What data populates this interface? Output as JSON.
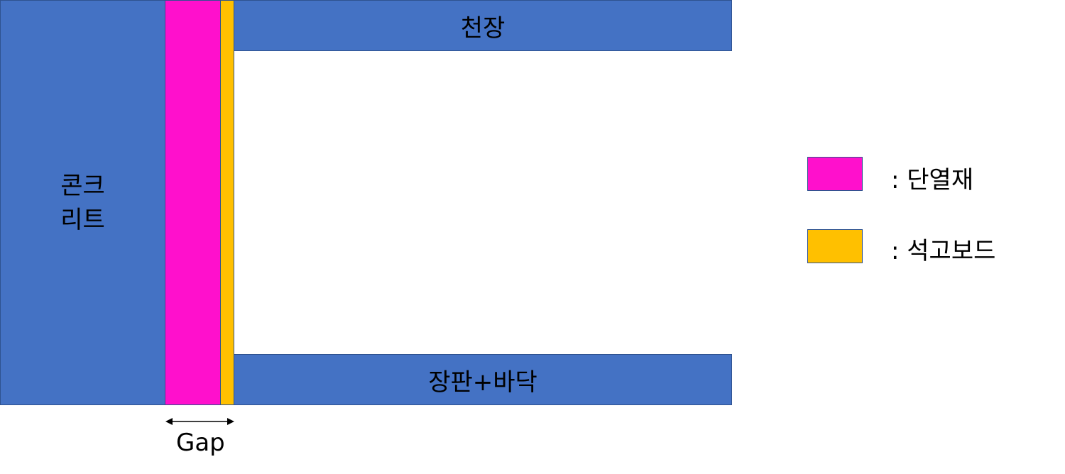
{
  "colors": {
    "concrete": "#4472C4",
    "insulation": "#FF10CC",
    "gypsum": "#FFC000",
    "border": "#2F528F"
  },
  "diagram": {
    "concrete_line1": "콘크",
    "concrete_line2": "리트",
    "ceiling": "천장",
    "floor": "장판+바닥",
    "gap": "Gap"
  },
  "legend": [
    {
      "label": ": 단열재",
      "material": "insulation"
    },
    {
      "label": ": 석고보드",
      "material": "gypsum"
    }
  ]
}
